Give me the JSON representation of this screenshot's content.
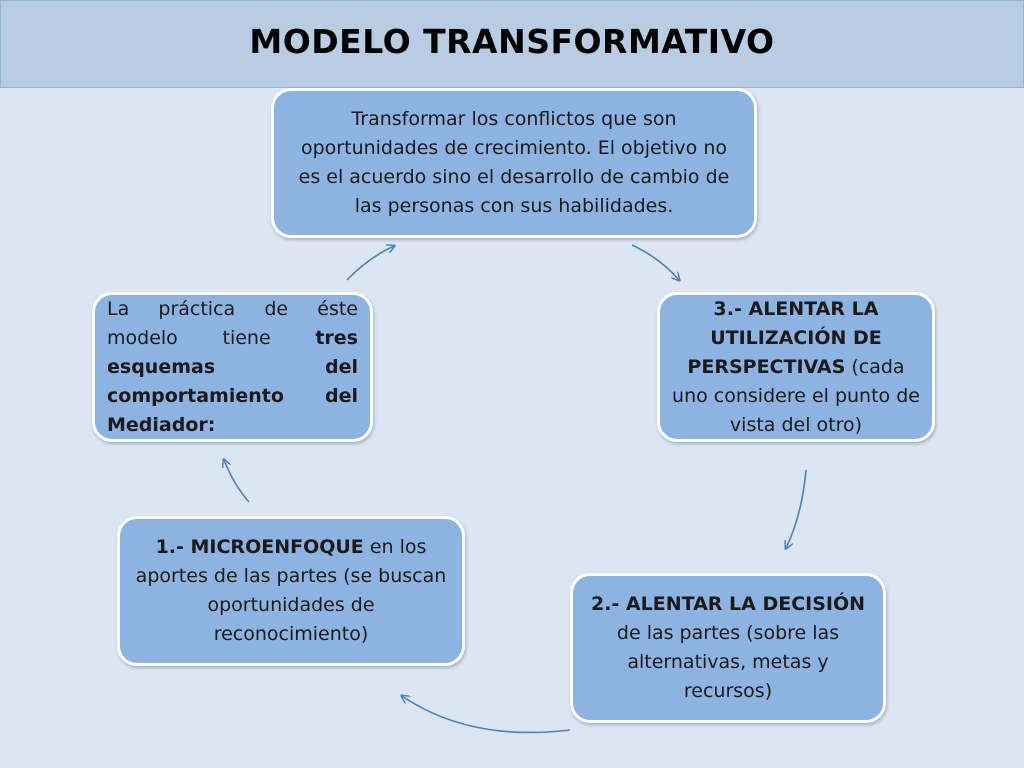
{
  "title": "MODELO TRANSFORMATIVO",
  "nodes": {
    "top": {
      "text": "Transformar los conflictos que son oportunidades de crecimiento. El objetivo no es el acuerdo sino el desarrollo de cambio de las personas con sus habilidades."
    },
    "right": {
      "bold": "3.- ALENTAR LA UTILIZACIÓN DE PERSPECTIVAS",
      "rest": " (cada uno considere el punto de vista del otro)"
    },
    "bottom_right": {
      "bold": "2.- ALENTAR LA DECISIÓN",
      "rest": " de las partes (sobre las alternativas, metas y recursos)"
    },
    "bottom_left": {
      "bold": "1.- MICROENFOQUE",
      "rest": " en los aportes de las partes (se buscan oportunidades de reconocimiento)"
    },
    "left": {
      "pre": "La práctica de éste modelo tiene ",
      "bold": "tres esquemas del comportamiento del Mediador:"
    }
  },
  "colors": {
    "background": "#dce6f2",
    "header": "#b8cce4",
    "box_fill": "#8db3e2",
    "box_border": "#ffffff",
    "arrow": "#4f81bd"
  }
}
